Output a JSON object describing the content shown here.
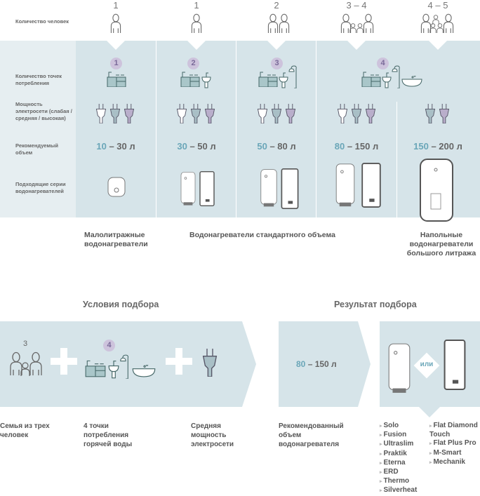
{
  "rows": {
    "people": "Количество человек",
    "points": "Количество точек потребления",
    "power": "Мощность электросети (слабая / средняя / высокая)",
    "volume": "Рекомендуемый объем",
    "series": "Подходящие серии водонагревателей"
  },
  "columns": [
    {
      "people": "1",
      "points": "1",
      "vol_from": "10",
      "vol_rest": " – 30 л"
    },
    {
      "people": "1",
      "points": "2",
      "vol_from": "30",
      "vol_rest": " – 50 л"
    },
    {
      "people": "2",
      "points": "3",
      "vol_from": "50",
      "vol_rest": " – 80 л"
    },
    {
      "people": "3 – 4",
      "points": "4",
      "vol_from": "80",
      "vol_rest": " – 150 л"
    },
    {
      "people": "4 – 5",
      "vol_from": "150",
      "vol_rest": " – 200 л"
    }
  ],
  "categories": [
    "Малолитражные водонагреватели",
    "Водонагреватели стандартного объема",
    "Напольные водонагреватели большого литража"
  ],
  "selection": {
    "conditions_title": "Условия подбора",
    "result_title": "Результат подбора",
    "people": "3",
    "points": "4",
    "volume_from": "80",
    "volume_rest": " – 150 л",
    "or": "или",
    "captions": [
      "Семья из трех человек",
      "4 точки потребления горячей воды",
      "Средняя мощность электросети",
      "Рекомендованный объем водонагревателя"
    ],
    "series_left": [
      "Solo",
      "Fusion",
      "Ultraslim",
      "Praktik",
      "Eterna",
      "ERD",
      "Thermo",
      "Silverheat"
    ],
    "series_right": [
      "Flat Diamond Touch",
      "Flat Plus Pro",
      "M-Smart",
      "Mechanik"
    ]
  },
  "colors": {
    "panel": "#d6e4e9",
    "accent": "#6aa6b8",
    "badge": "#cdc3dc"
  }
}
